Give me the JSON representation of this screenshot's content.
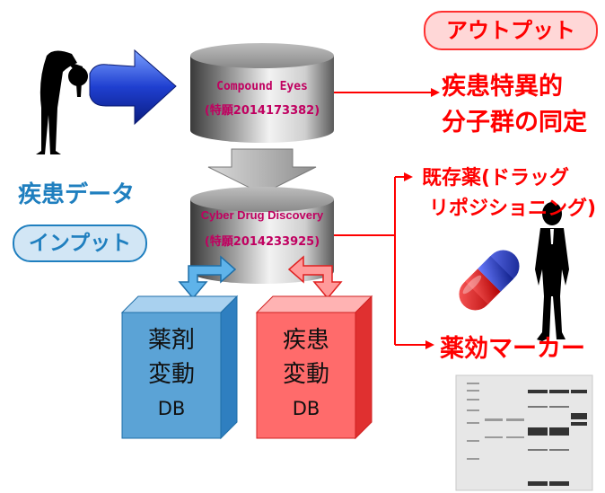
{
  "output_label": "アウトプット",
  "input_label": "インプット",
  "input_data": "疾患データ",
  "cylinder_top": {
    "name": "Compound Eyes",
    "patent": "(特願2014173382)"
  },
  "cylinder_bottom": {
    "name": "Cyber Drug Discovery",
    "patent": "(特願2014233925)"
  },
  "outputs": {
    "disease_molecules": [
      "疾患特異的",
      "分子群の同定"
    ],
    "repositioning": [
      "既存薬(ドラッグ",
      "リポジショニング)"
    ],
    "biomarker": "薬効マーカー"
  },
  "db_drug": {
    "line1": "薬剤",
    "line2": "変動",
    "line3": "DB"
  },
  "db_disease": {
    "line1": "疾患",
    "line2": "変動",
    "line3": "DB"
  },
  "colors": {
    "accent_red": "#ff0000",
    "accent_blue": "#1f7fbf",
    "cube_blue": "#5ba3d6",
    "cube_red": "#ff6b6b"
  },
  "icons": [
    "bowing-person-icon",
    "pill-capsule-icon",
    "businessman-icon",
    "electrophoresis-gel-icon"
  ]
}
